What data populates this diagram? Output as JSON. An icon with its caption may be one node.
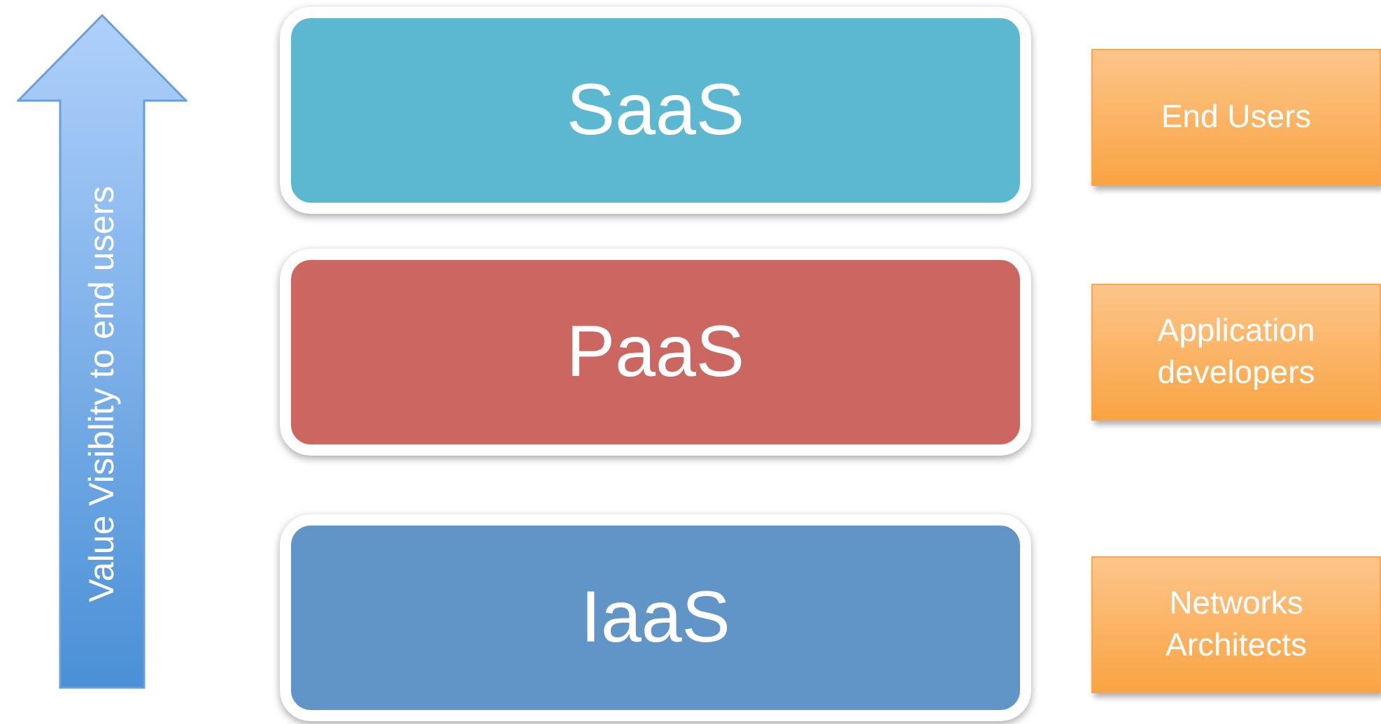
{
  "diagram": {
    "nodes": [
      {
        "text": [
          "Value Visiblity to end users"
        ]
      },
      {
        "text": [
          "SaaS"
        ]
      },
      {
        "text": [
          "End Users"
        ]
      },
      {
        "text": [
          "PaaS"
        ]
      },
      {
        "text": [
          "Application developers"
        ]
      },
      {
        "text": [
          "IaaS"
        ]
      },
      {
        "text": [
          "Networks Architects"
        ]
      }
    ],
    "edges": []
  }
}
